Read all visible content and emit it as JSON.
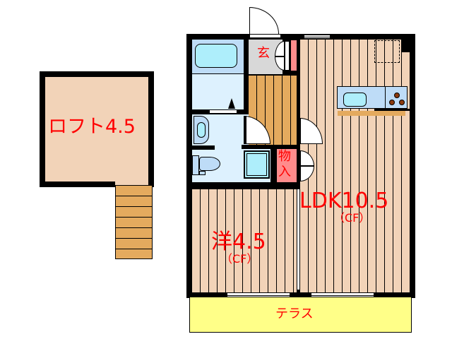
{
  "floor_plan": {
    "loft": {
      "label": "ロフト4.5",
      "fill": "#F2D3B8"
    },
    "stairs": {
      "steps": 7,
      "fill": "#E4AA5E"
    },
    "rooms": {
      "genkan": {
        "label": "玄",
        "fill": "#D8D8D8"
      },
      "storage": {
        "label_top": "物",
        "label_bottom": "入",
        "fill": "#FF8C8C"
      },
      "ldk": {
        "label": "LDK10.5",
        "sublabel": "（CF）",
        "fill": "#F2D3B8"
      },
      "western": {
        "label": "洋4.5",
        "sublabel": "（CF）",
        "fill": "#F2D3B8"
      },
      "bath": {
        "fill": "#BEDCF7",
        "tub_fill": "#AEEEFB"
      },
      "washroom": {
        "fill": "#DDF1FE"
      },
      "hallway": {
        "fill": "#E4AA5E"
      }
    },
    "terrace": {
      "label": "テラス",
      "fill": "#FFFF88"
    },
    "colors": {
      "label": "#FF0000",
      "wall": "#000000",
      "kitchen_counter": "#BEDCF7",
      "kitchen_edge": "#E4AA5E",
      "burner": "#8B3A0E"
    }
  }
}
